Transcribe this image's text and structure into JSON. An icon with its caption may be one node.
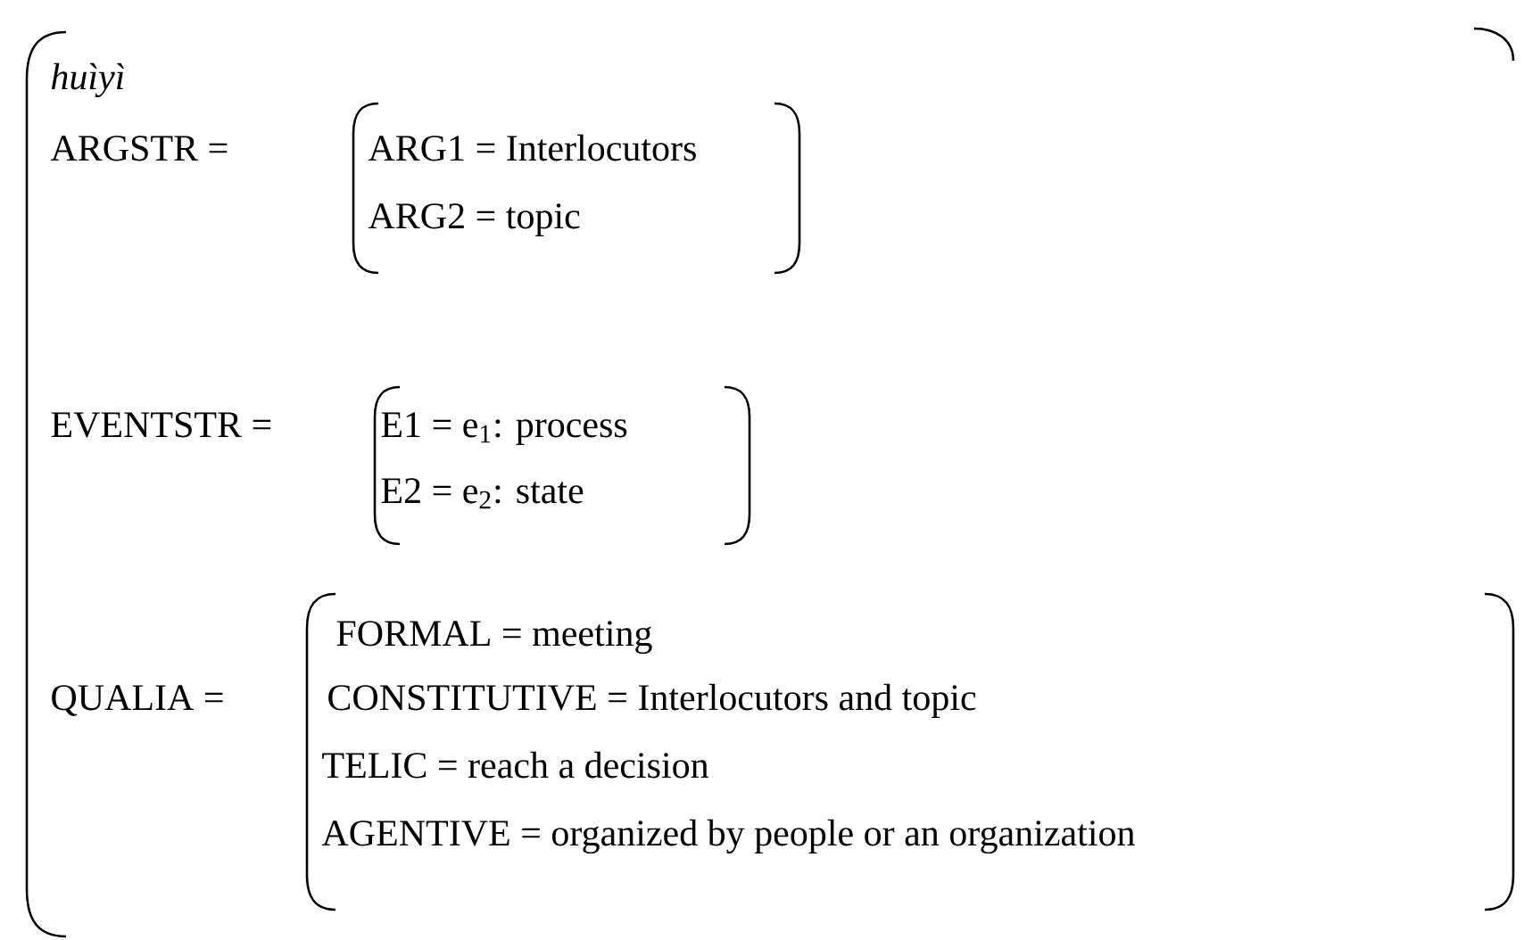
{
  "diagram": {
    "labels": [
      "huìyì",
      "ARGSTR =",
      "ARG1 = Interlocutors",
      "ARG2 = topic",
      "EVENTSTR =",
      "E1 = e$_{1}$: process",
      "E2 = e$_{2}$: state",
      "QUALIA =",
      "FORMAL = meeting",
      "CONSTITUTIVE = Interlocutors and topic",
      "TELIC = reach a decision",
      "AGENTIVE = organized by people or an organization"
    ]
  }
}
